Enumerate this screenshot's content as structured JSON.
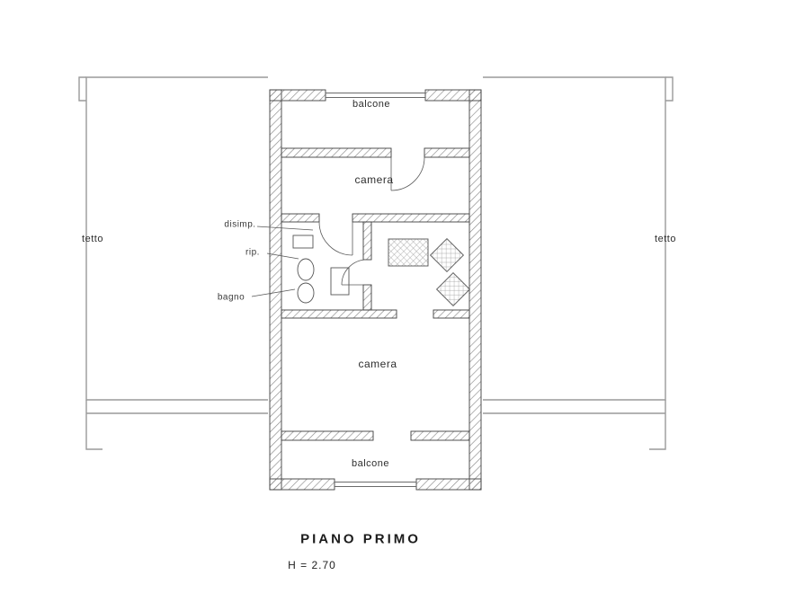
{
  "plan": {
    "title": "PIANO PRIMO",
    "height_note": "H = 2.70",
    "areas": {
      "left_roof": "tetto",
      "right_roof": "tetto",
      "balcony_top": "balcone",
      "bedroom_top": "camera",
      "hallway": "disimp.",
      "closet": "rip.",
      "bathroom": "bagno",
      "bedroom_bottom": "camera",
      "balcony_bottom": "balcone"
    }
  }
}
